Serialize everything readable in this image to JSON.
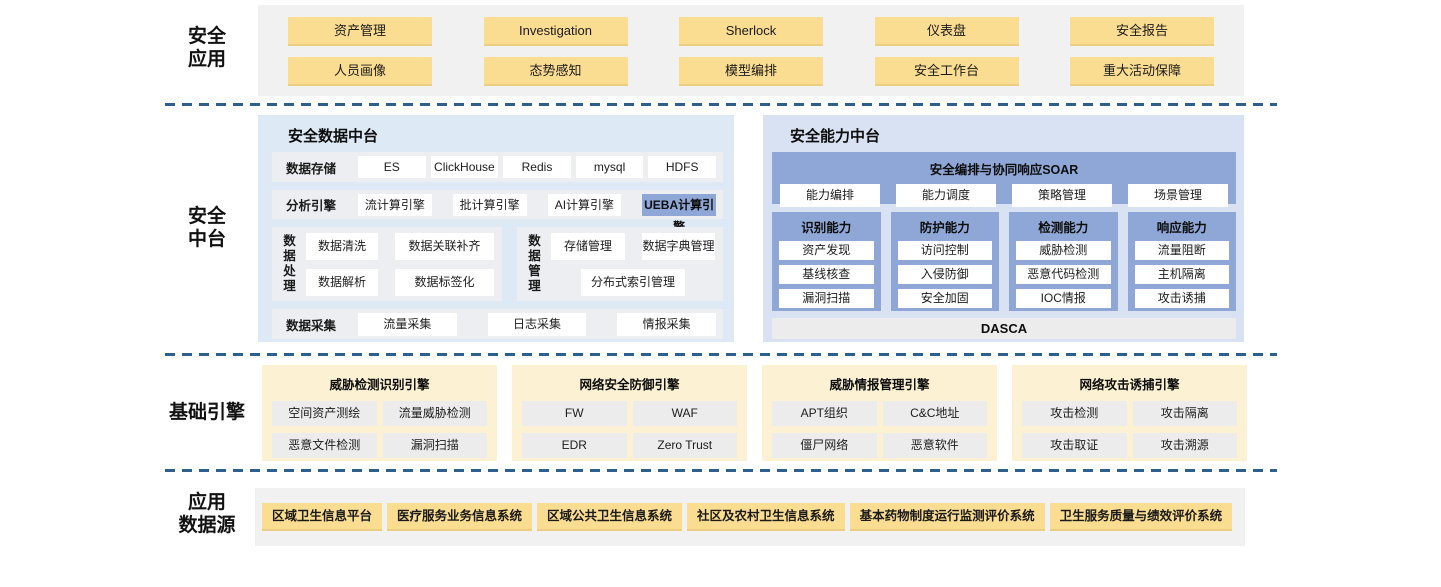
{
  "colors": {
    "accent_yellow": "#fbdd92",
    "pale_yellow_panel": "#fcf2d3",
    "section_gray": "#f1f1f1",
    "data_panel_blue": "#dee9f6",
    "capability_panel_blue": "#d9e2f3",
    "block_blue": "#8fa7d6",
    "dashed_line_blue": "#2d608f"
  },
  "sections": {
    "security_apps": {
      "label_lines": [
        "安全",
        "应用"
      ],
      "buttons_row1": [
        "资产管理",
        "Investigation",
        "Sherlock",
        "仪表盘",
        "安全报告"
      ],
      "buttons_row2": [
        "人员画像",
        "态势感知",
        "模型编排",
        "安全工作台",
        "重大活动保障"
      ]
    },
    "middle": {
      "label_lines": [
        "安全",
        "中台"
      ],
      "data_platform": {
        "title": "安全数据中台",
        "storage": {
          "label": "数据存储",
          "items": [
            "ES",
            "ClickHouse",
            "Redis",
            "mysql",
            "HDFS"
          ]
        },
        "analysis": {
          "label": "分析引擎",
          "items": [
            "流计算引擎",
            "批计算引擎",
            "AI计算引擎"
          ],
          "highlight": "UEBA计算引擎"
        },
        "processing": {
          "label": "数据处理",
          "items": [
            "数据清洗",
            "数据关联补齐",
            "数据解析",
            "数据标签化"
          ]
        },
        "management": {
          "label": "数据管理",
          "items": [
            "存储管理",
            "数据字典管理",
            "分布式索引管理"
          ]
        },
        "collection": {
          "label": "数据采集",
          "items": [
            "流量采集",
            "日志采集",
            "情报采集"
          ]
        }
      },
      "capability_platform": {
        "title": "安全能力中台",
        "soar": {
          "title": "安全编排与协同响应SOAR",
          "items": [
            "能力编排",
            "能力调度",
            "策略管理",
            "场景管理"
          ]
        },
        "columns": [
          {
            "title": "识别能力",
            "items": [
              "资产发现",
              "基线核查",
              "漏洞扫描"
            ]
          },
          {
            "title": "防护能力",
            "items": [
              "访问控制",
              "入侵防御",
              "安全加固"
            ]
          },
          {
            "title": "检测能力",
            "items": [
              "威胁检测",
              "恶意代码检测",
              "IOC情报"
            ]
          },
          {
            "title": "响应能力",
            "items": [
              "流量阻断",
              "主机隔离",
              "攻击诱捕"
            ]
          }
        ],
        "footer": "DASCA"
      }
    },
    "engines": {
      "label": "基础引擎",
      "panels": [
        {
          "title": "威胁检测识别引擎",
          "items": [
            "空间资产测绘",
            "流量威胁检测",
            "恶意文件检测",
            "漏洞扫描"
          ]
        },
        {
          "title": "网络安全防御引擎",
          "items": [
            "FW",
            "WAF",
            "EDR",
            "Zero Trust"
          ]
        },
        {
          "title": "威胁情报管理引擎",
          "items": [
            "APT组织",
            "C&C地址",
            "僵尸网络",
            "恶意软件"
          ]
        },
        {
          "title": "网络攻击诱捕引擎",
          "items": [
            "攻击检测",
            "攻击隔离",
            "攻击取证",
            "攻击溯源"
          ]
        }
      ]
    },
    "data_sources": {
      "label_lines": [
        "应用",
        "数据源"
      ],
      "items": [
        "区域卫生信息平台",
        "医疗服务业务信息系统",
        "区域公共卫生信息系统",
        "社区及农村卫生信息系统",
        "基本药物制度运行监测评价系统",
        "卫生服务质量与绩效评价系统"
      ]
    }
  }
}
